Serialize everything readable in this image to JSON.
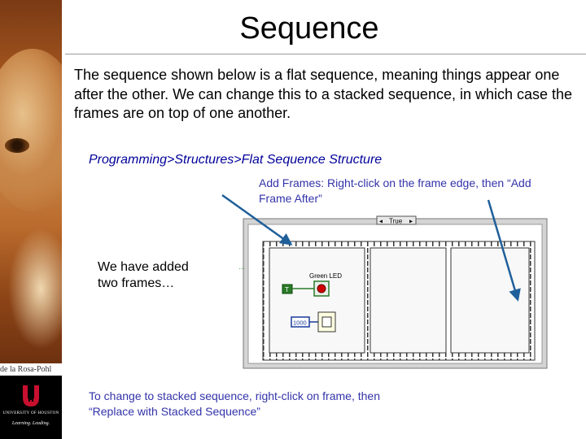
{
  "slide": {
    "title": "Sequence",
    "body": "The sequence shown below is a flat sequence, meaning things appear one after the other. We can change this to a stacked sequence, in which case the frames are on top of one another.",
    "menu_path": "Programming>Structures>Flat Sequence Structure",
    "add_frames_note": "Add Frames: Right-click on the frame edge, then “Add Frame After”",
    "added_frames_note": "We have added two frames…",
    "stacked_note": "To change to stacked sequence, right-click on frame, then “Replace with Stacked Sequence”"
  },
  "sidebar": {
    "author": "de la Rosa-Pohl",
    "logo_line1": "UNIVERSITY OF HOUSTON",
    "logo_line2": "Learning. Leading."
  },
  "diagram": {
    "case_selector": "True",
    "led_label": "Green LED",
    "bool_constant": "T",
    "numeric_constant": "1000"
  },
  "colors": {
    "accent_text": "#3333aa",
    "path_text": "#000099",
    "arrow": "#1f5f9a",
    "logo_red": "#c8102e"
  }
}
